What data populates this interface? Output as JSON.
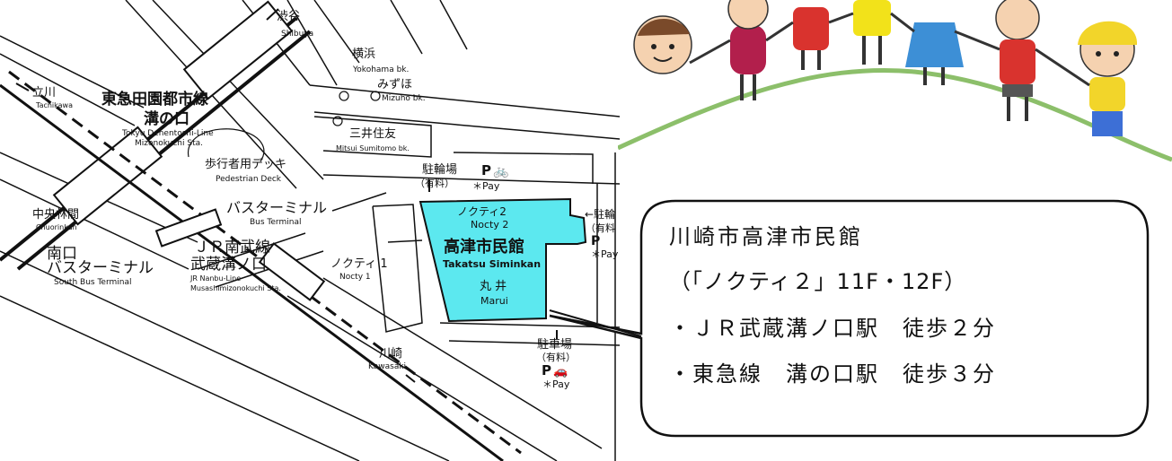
{
  "map": {
    "labels": {
      "shibuya_jp": "渋谷",
      "shibuya_en": "Shibuya",
      "tachikawa_jp": "立川",
      "tachikawa_en": "Tachikawa",
      "yokohama_jp": "横浜",
      "yokohama_en": "Yokohama bk.",
      "mizuho_jp": "みずほ",
      "mizuho_en": "Mizuho bk.",
      "mitsui_jp": "三井住友",
      "mitsui_en": "Mitsui Sumitomo bk.",
      "tokyu_line_jp": "東急田園都市線",
      "tokyu_station_jp": "溝の口",
      "tokyu_en_1": "Tokyu Denentoshi-Line",
      "tokyu_en_2": "Mizonokuchi Sta.",
      "deck_jp": "歩行者用デッキ",
      "deck_en": "Pedestrian Deck",
      "bus_terminal_jp": "バスターミナル",
      "bus_terminal_en": "Bus Terminal",
      "chuorinkan_jp": "中央林間",
      "chuorinkan_en": "Chuorinkan",
      "south_jp_1": "南口",
      "south_jp_2": "バスターミナル",
      "south_en": "South Bus Terminal",
      "jr_line_jp": "ＪＲ南武線",
      "jr_station_jp": "武蔵溝ノ口",
      "jr_en_1": "JR Nanbu-Line",
      "jr_en_2": "Musashimizonokuchi Sta.",
      "bike_parking_jp": "駐輪場",
      "bike_paid": "（有料）",
      "bike_pay": "＊Pay",
      "bike_parking2_jp": "←駐輪",
      "bike_paid2": "（有料",
      "bike_pay2": "＊Pay",
      "parking_jp": "駐車場",
      "parking_paid": "（有料）",
      "parking_pay": "＊Pay",
      "p_mark": "P",
      "nocty2_jp": "ノクティ2",
      "nocty2_en": "Nocty 2",
      "venue_jp": "高津市民館",
      "venue_en": "Takatsu Siminkan",
      "marui_jp": "丸 井",
      "marui_en": "Marui",
      "nocty1_jp": "ノクティ 1",
      "nocty1_en": "Nocty 1",
      "kawasaki_jp": "川崎",
      "kawasaki_en": "Kawasaki"
    }
  },
  "callout": {
    "title": "川崎市高津市民館",
    "floors": "（「ノクティ２」11F・12F）",
    "access_jr": "・ＪＲ武蔵溝ノ口駅　徒歩２分",
    "access_tokyu": "・東急線　溝の口駅　徒歩３分"
  },
  "colors": {
    "venue_fill": "#5ce8ef",
    "line": "#111111",
    "hill": "#8cbf6a"
  }
}
